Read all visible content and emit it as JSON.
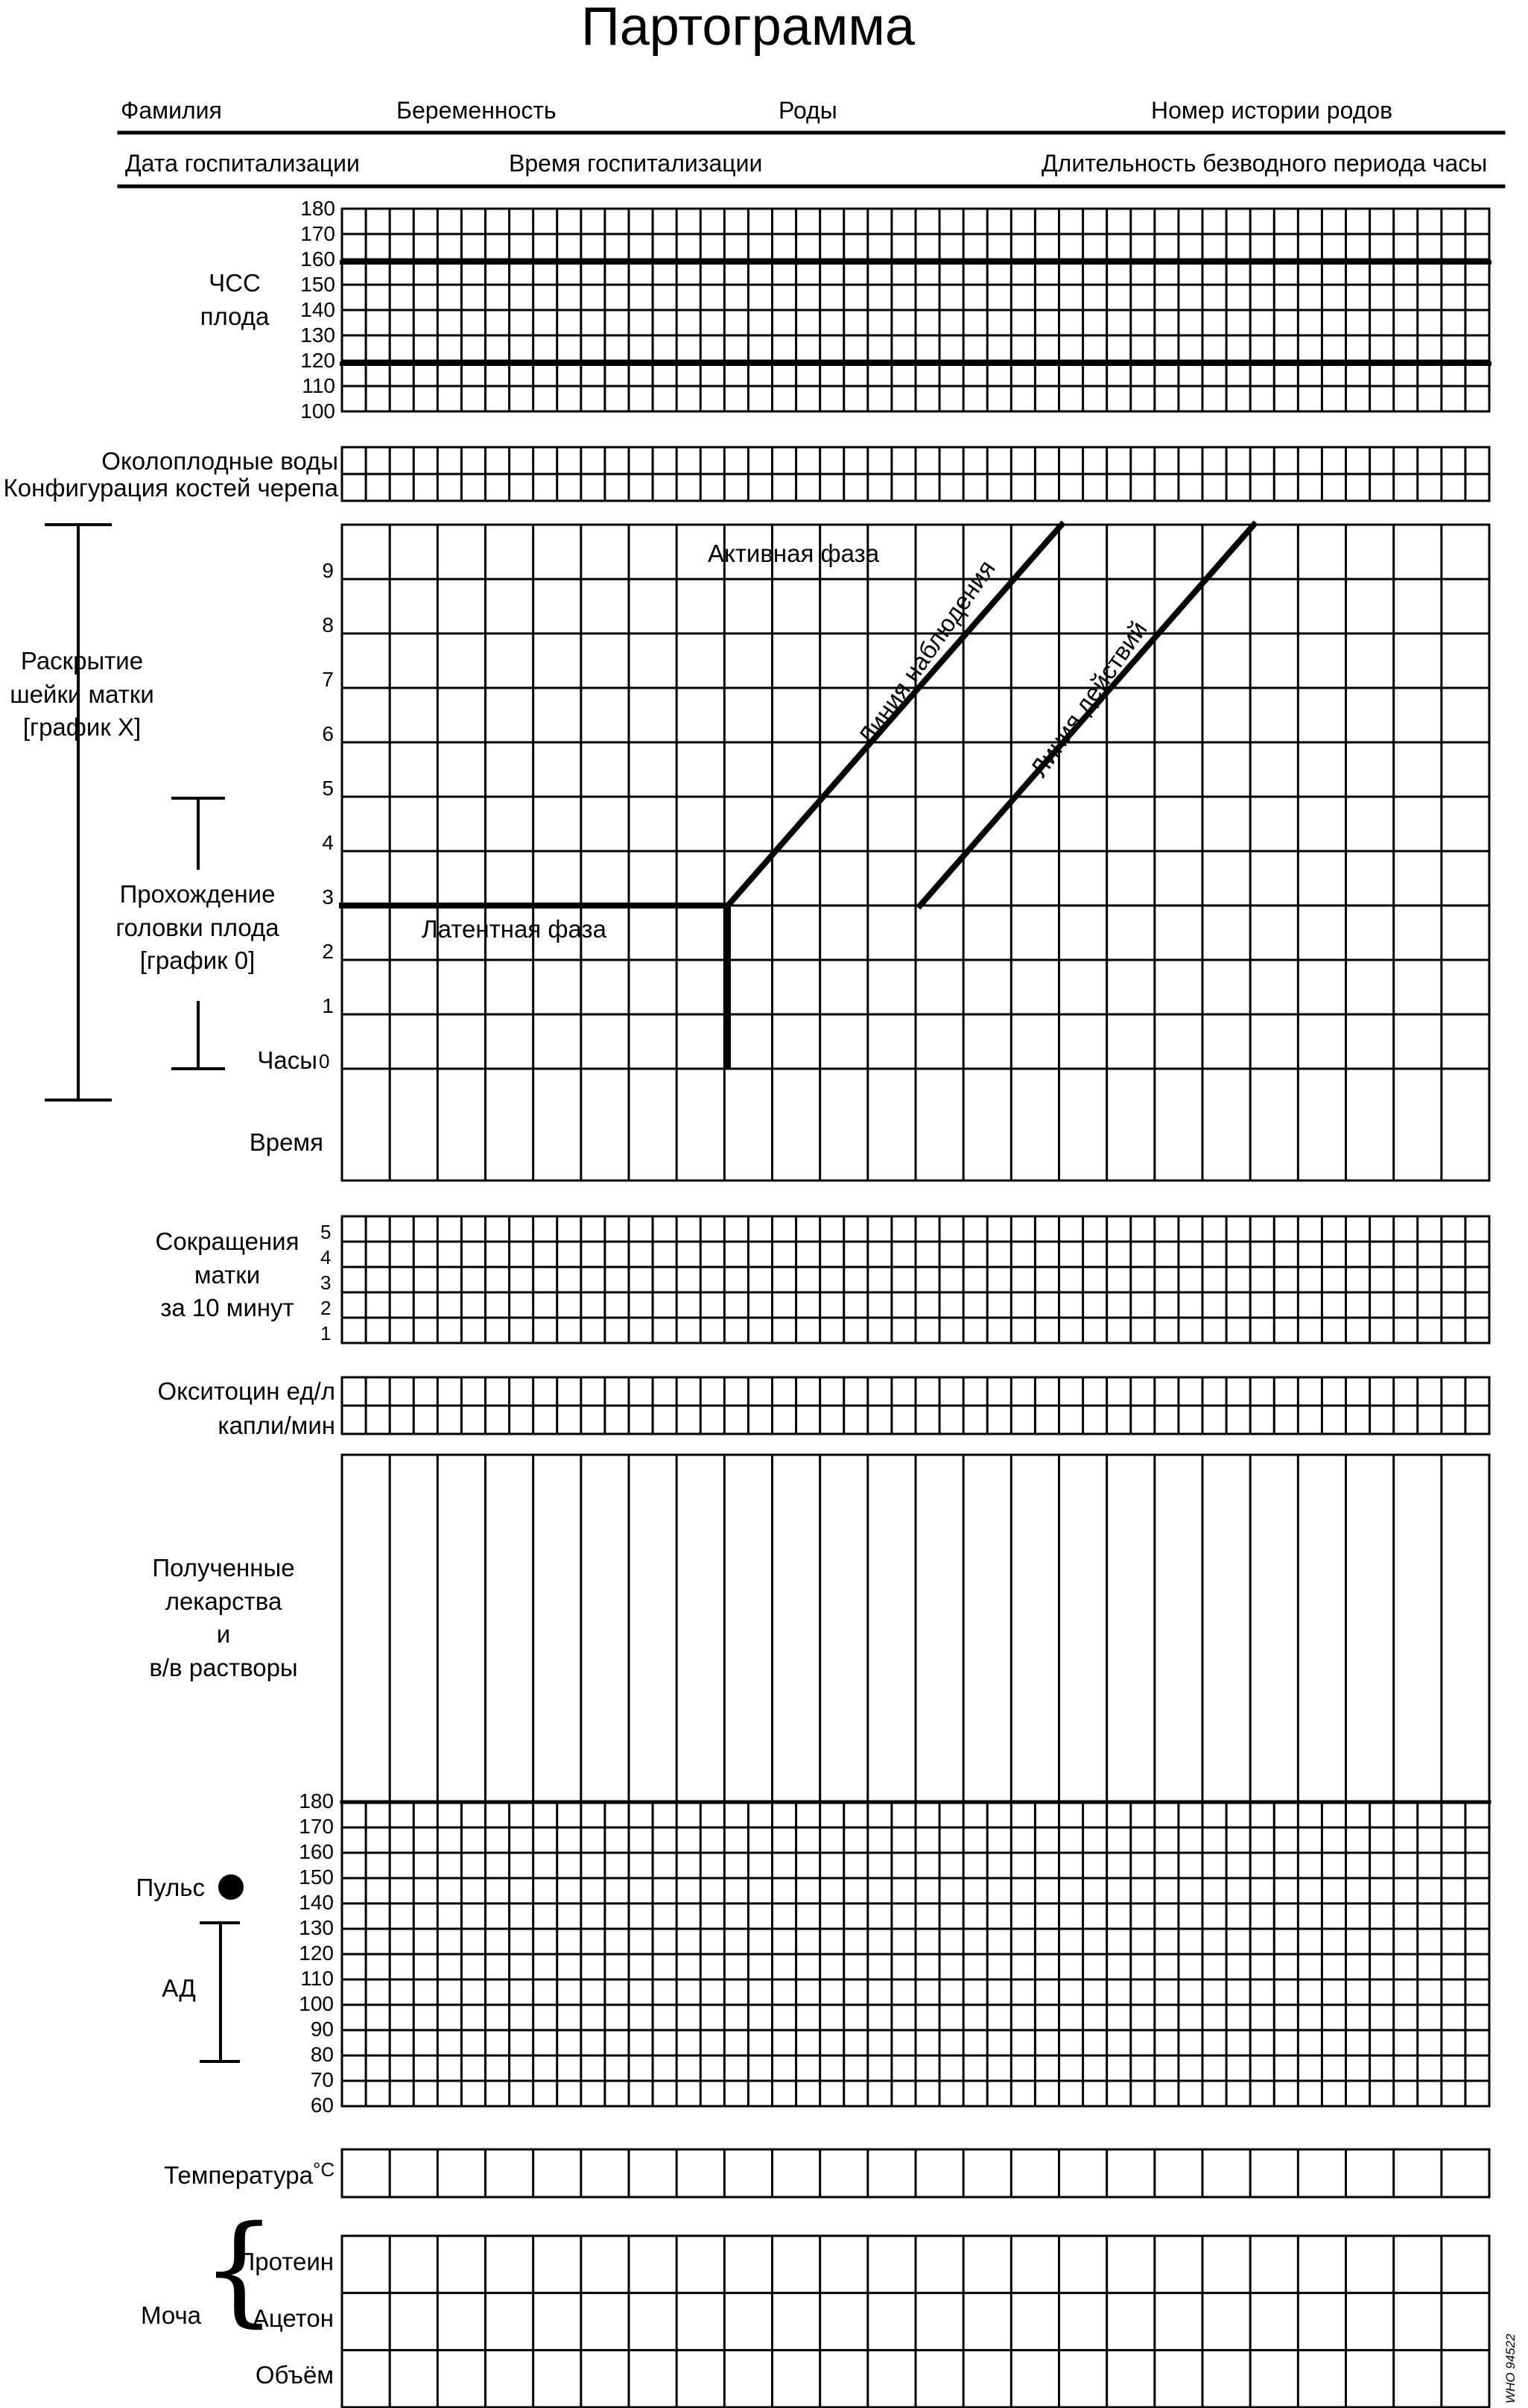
{
  "title": "Партограмма",
  "header": {
    "surname": "Фамилия",
    "pregnancy": "Беременность",
    "births": "Роды",
    "record_number": "Номер истории родов",
    "admission_date": "Дата госпитализации",
    "admission_time": "Время госпитализации",
    "rupture_duration": "Длительность безводного периода часы"
  },
  "fhr": {
    "label_line1": "ЧСС",
    "label_line2": "плода",
    "ticks": [
      "180",
      "170",
      "160",
      "150",
      "140",
      "130",
      "120",
      "110",
      "100"
    ]
  },
  "amniotic": {
    "fluid": "Околоплодные воды",
    "moulding": "Конфигурация костей черепа"
  },
  "cervix": {
    "dilation_line1": "Раскрытие",
    "dilation_line2": "шейки матки",
    "dilation_line3": "[график X]",
    "descent_line1": "Прохождение",
    "descent_line2": "головки плода",
    "descent_line3": "[график 0]",
    "hours": "Часы",
    "time": "Время",
    "ticks": [
      "9",
      "8",
      "7",
      "6",
      "5",
      "4",
      "3",
      "2",
      "1",
      "0"
    ],
    "active_phase": "Активная фаза",
    "latent_phase": "Латентная фаза",
    "alert_line": "Линия наблюдения",
    "action_line": "Линия действий"
  },
  "contractions": {
    "line1": "Сокращения",
    "line2": "матки",
    "line3": "за 10 минут",
    "ticks": [
      "5",
      "4",
      "3",
      "2",
      "1"
    ]
  },
  "oxytocin": {
    "line1": "Окситоцин ед/л",
    "line2": "капли/мин"
  },
  "drugs": {
    "line1": "Полученные",
    "line2": "лекарства",
    "line3": "и",
    "line4": "в/в растворы"
  },
  "vitals": {
    "pulse": "Пульс",
    "bp": "АД",
    "ticks": [
      "180",
      "170",
      "160",
      "150",
      "140",
      "130",
      "120",
      "110",
      "100",
      "90",
      "80",
      "70",
      "60"
    ]
  },
  "temperature": {
    "label": "Температура",
    "unit": "°C"
  },
  "urine": {
    "label": "Моча",
    "protein": "Протеин",
    "acetone": "Ацетон",
    "volume": "Объём"
  },
  "footer_code": "WHO 94522"
}
